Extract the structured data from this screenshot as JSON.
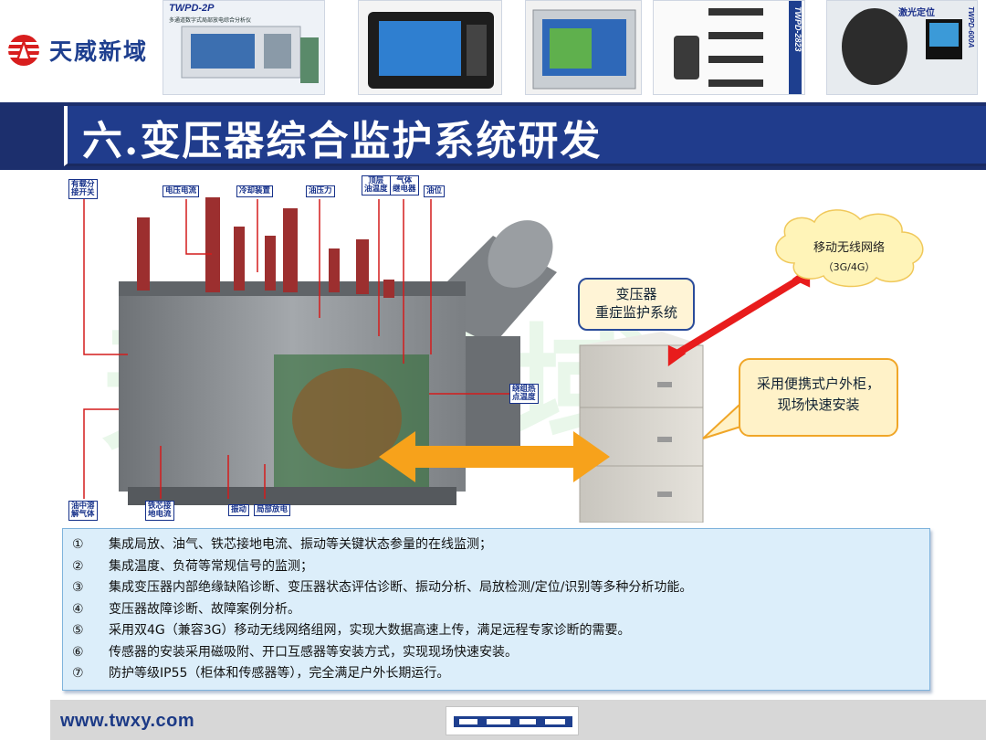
{
  "header": {
    "company_name": "天威新域",
    "thumbnails": [
      {
        "caption": "TWPD-2P",
        "subcaption": "多通道数字式局部放电综合分析仪"
      },
      {
        "caption": "",
        "subcaption": ""
      },
      {
        "caption": "",
        "subcaption": ""
      },
      {
        "caption": "TWPD-2823",
        "subcaption": ""
      },
      {
        "caption": "TWPD-600A",
        "subcaption": "激光定位"
      }
    ]
  },
  "title": "六.变压器综合监护系统研发",
  "diagram": {
    "labels": {
      "oltc": "有载分\n接开关",
      "voltage_current": "电压电流",
      "cooling": "冷却装置",
      "oil_pressure": "油压力",
      "top_oil_temp": "顶层\n油温度",
      "gas_relay": "气体\n继电器",
      "oil_level": "油位",
      "winding_hotspot": "绕组热\n点温度",
      "dissolved_gas": "油中溶\n解气体",
      "core_ground_current": "铁芯接\n地电流",
      "vibration": "振动",
      "partial_discharge": "局部放电"
    },
    "cloud_line1": "移动无线网络",
    "cloud_line2": "（3G/4G）",
    "system_box_line1": "变压器",
    "system_box_line2": "重症监护系统",
    "cabinet_note_line1": "采用便携式户外柜，",
    "cabinet_note_line2": "现场快速安装",
    "watermark": "天威新域",
    "colors": {
      "network_arrow": "#e81c1c",
      "link_arrow": "#f7a21b",
      "cabinet_fill": "#d9d6cf",
      "transformer_body": "#8c8f92",
      "bushing": "#9c2f2f"
    }
  },
  "features": [
    {
      "num": "①",
      "text": "集成局放、油气、铁芯接地电流、振动等关键状态参量的在线监测；"
    },
    {
      "num": "②",
      "text": "集成温度、负荷等常规信号的监测；"
    },
    {
      "num": "③",
      "text": "集成变压器内部绝缘缺陷诊断、变压器状态评估诊断、振动分析、局放检测/定位/识别等多种分析功能。"
    },
    {
      "num": "④",
      "text": "变压器故障诊断、故障案例分析。"
    },
    {
      "num": "⑤",
      "text": "采用双4G（兼容3G）移动无线网络组网，实现大数据高速上传，满足远程专家诊断的需要。"
    },
    {
      "num": "⑥",
      "text": "传感器的安装采用磁吸附、开口互感器等安装方式，实现现场快速安装。"
    },
    {
      "num": "⑦",
      "text": "防护等级IP55（柜体和传感器等），完全满足户外长期运行。"
    }
  ],
  "footer": {
    "url": "www.twxy.com"
  }
}
